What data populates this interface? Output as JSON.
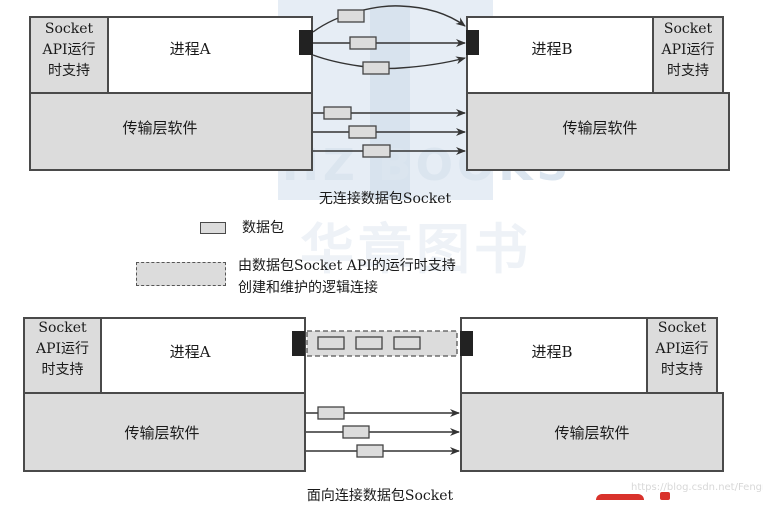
{
  "watermark": {
    "text_en": "HZ BOOKS",
    "text_cn": "华章图书"
  },
  "top_diagram": {
    "caption": "无连接数据包Socket",
    "left_host": {
      "api_label_line1": "Socket",
      "api_label_line2": "API运行",
      "api_label_line3": "时支持",
      "process_label": "进程A",
      "transport_label": "传输层软件"
    },
    "right_host": {
      "api_label_line1": "Socket",
      "api_label_line2": "API运行",
      "api_label_line3": "时支持",
      "process_label": "进程B",
      "transport_label": "传输层软件"
    },
    "socket_arrows": 3,
    "transport_arrows": 3
  },
  "legend": {
    "packet_label": "数据包",
    "connection_label_line1": "由数据包Socket API的运行时支持",
    "connection_label_line2": "创建和维护的逻辑连接"
  },
  "bottom_diagram": {
    "caption": "面向连接数据包Socket",
    "left_host": {
      "api_label_line1": "Socket",
      "api_label_line2": "API运行",
      "api_label_line3": "时支持",
      "process_label": "进程A",
      "transport_label": "传输层软件"
    },
    "right_host": {
      "api_label_line1": "Socket",
      "api_label_line2": "API运行",
      "api_label_line3": "时支持",
      "process_label": "进程B",
      "transport_label": "传输层软件"
    },
    "connection_packets": 3,
    "transport_arrows": 3
  },
  "credit": "https://blog.csdn.net/Fengnoi",
  "colors": {
    "box_gray": "#dcdcdc",
    "border": "#4a4a4a",
    "socket_block": "#222222",
    "watermark": "#e6edf5",
    "logo_red": "#d9322b"
  }
}
